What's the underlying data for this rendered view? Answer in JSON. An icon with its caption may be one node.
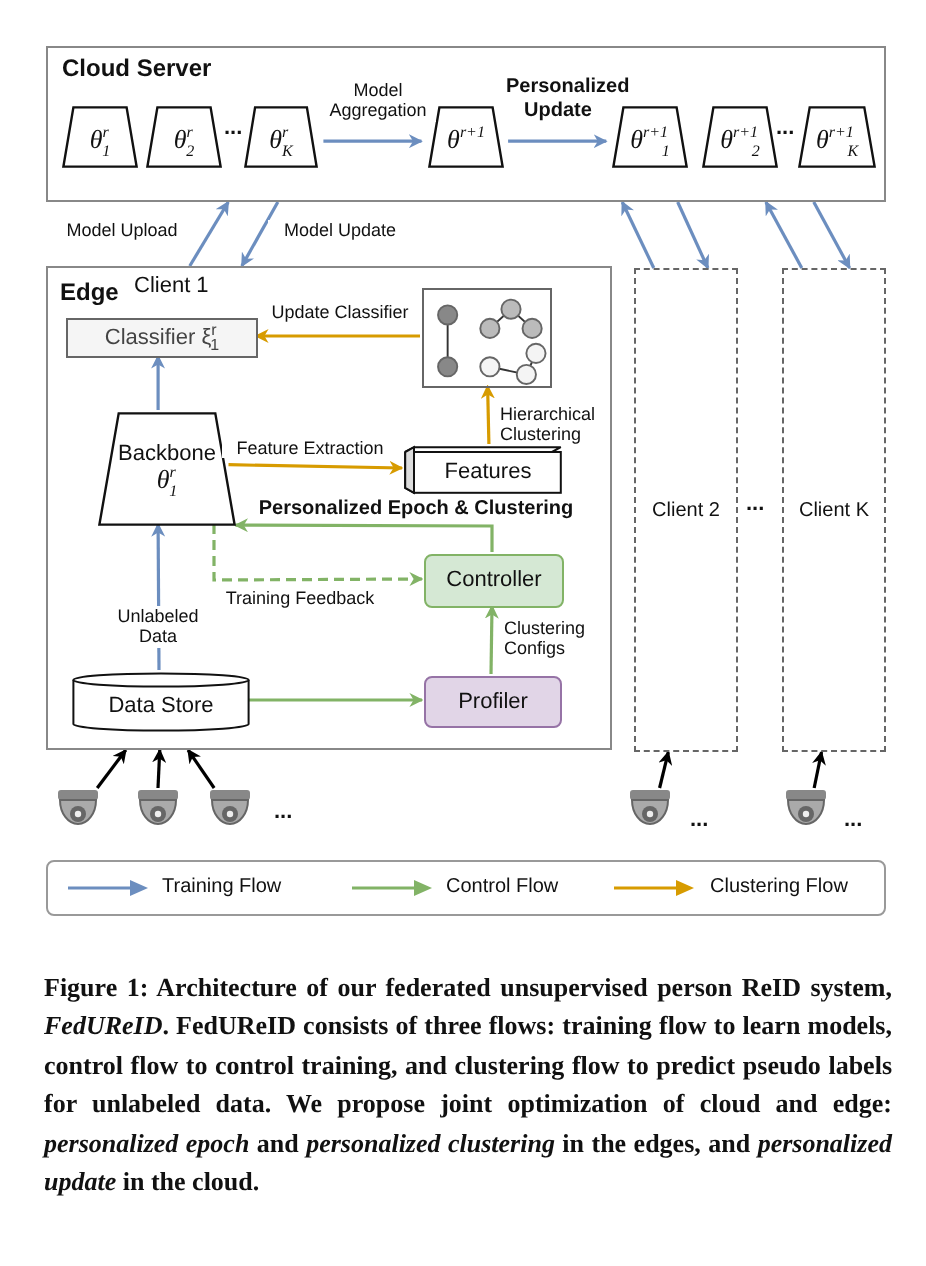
{
  "diagram": {
    "nodes": [
      {
        "text": [
          "Cloud Server"
        ]
      },
      {
        "text": [
          "θ$^{r}$$_{1}$"
        ],
        "in": 0
      },
      {
        "text": [
          "θ$^{r}$$_{2}$"
        ],
        "in": 0
      },
      {
        "text": [
          "θ$^{r}$$_{K}$"
        ],
        "in": 0
      },
      {
        "text": [
          "θ$^{r+1}$"
        ],
        "in": 0
      },
      {
        "text": [
          "θ$^{r+1}$$_{1}$"
        ],
        "in": 0
      },
      {
        "text": [
          "θ$^{r+1}$$_{2}$"
        ],
        "in": 0
      },
      {
        "text": [
          "θ$^{r+1}$$_{K}$"
        ],
        "in": 0
      },
      {
        "text": [
          "Edge",
          "Client 1"
        ]
      },
      {
        "text": [
          "Classifier ξ$^{r}$$_{1}$"
        ],
        "in": 8
      },
      {
        "text": [],
        "shape": "picture",
        "in": 8
      },
      {
        "text": [
          "Backbone",
          "θ$^{r}$$_{1}$"
        ],
        "in": 8
      },
      {
        "text": [
          "Features"
        ],
        "in": 8
      },
      {
        "text": [
          "Controller"
        ],
        "in": 8
      },
      {
        "text": [
          "Data Store"
        ],
        "in": 8
      },
      {
        "text": [
          "Profiler"
        ],
        "in": 8
      },
      {
        "text": [
          "Client 2"
        ]
      },
      {
        "text": [
          "Client K"
        ]
      },
      {
        "text": [],
        "shape": "camera"
      },
      {
        "text": [],
        "shape": "camera"
      },
      {
        "text": [],
        "shape": "camera"
      },
      {
        "text": [],
        "shape": "camera"
      },
      {
        "text": [],
        "shape": "camera"
      }
    ],
    "edges": [
      {
        "from": 3,
        "to": 4,
        "arrow": "to",
        "label": "Model Aggregation"
      },
      {
        "from": 4,
        "to": 5,
        "arrow": "to",
        "label": "Personalized Update"
      },
      {
        "from": 8,
        "to": 0,
        "arrow": "to",
        "label": "Model Upload"
      },
      {
        "from": 0,
        "to": 8,
        "arrow": "to",
        "label": "Model Update"
      },
      {
        "from": 16,
        "to": 0,
        "arrow": "to"
      },
      {
        "from": 0,
        "to": 16,
        "arrow": "to"
      },
      {
        "from": 17,
        "to": 0,
        "arrow": "to"
      },
      {
        "from": 0,
        "to": 17,
        "arrow": "to"
      },
      {
        "from": 10,
        "to": 9,
        "arrow": "to",
        "label": "Update Classifier",
        "color": "#d79b00"
      },
      {
        "from": 11,
        "to": 9,
        "arrow": "to"
      },
      {
        "from": 11,
        "to": 12,
        "arrow": "to",
        "label": "Feature Extraction",
        "color": "#d79b00"
      },
      {
        "from": 12,
        "to": 10,
        "arrow": "to",
        "label": "Hierarchical Clustering",
        "color": "#d79b00"
      },
      {
        "from": 13,
        "to": 11,
        "arrow": "to",
        "label": "Personalized Epoch & Clustering",
        "color": "#82b366"
      },
      {
        "from": 11,
        "to": 13,
        "arrow": "to",
        "label": "Training Feedback",
        "style": "dashed",
        "color": "#82b366"
      },
      {
        "from": 14,
        "to": 11,
        "arrow": "to",
        "label": "Unlabeled Data"
      },
      {
        "from": 14,
        "to": 15,
        "arrow": "to",
        "color": "#82b366"
      },
      {
        "from": 15,
        "to": 13,
        "arrow": "to",
        "label": "Clustering Configs",
        "color": "#82b366"
      },
      {
        "from": 18,
        "to": 8,
        "arrow": "to",
        "color": "#000000"
      },
      {
        "from": 19,
        "to": 8,
        "arrow": "to",
        "color": "#000000"
      },
      {
        "from": 20,
        "to": 8,
        "arrow": "to",
        "color": "#000000"
      },
      {
        "from": 21,
        "to": 16,
        "arrow": "to",
        "color": "#000000"
      },
      {
        "from": 22,
        "to": 17,
        "arrow": "to",
        "color": "#000000"
      }
    ],
    "labels": [
      "...",
      "...",
      "...",
      "...",
      "...",
      "..."
    ],
    "legend": [
      {
        "text": "Training Flow"
      },
      {
        "text": "Control Flow"
      },
      {
        "text": "Clustering Flow"
      }
    ],
    "caption": "Figure 1: Architecture of our federated unsupervised person ReID system, *FedUReID*. FedUReID consists of three flows: training flow to learn models, control flow to control training, and clustering flow to predict pseudo labels for unlabeled data. We propose joint optimization of cloud and edge: *personalized epoch* and *personalized clustering* in the edges, and *personalized update* in the cloud."
  }
}
